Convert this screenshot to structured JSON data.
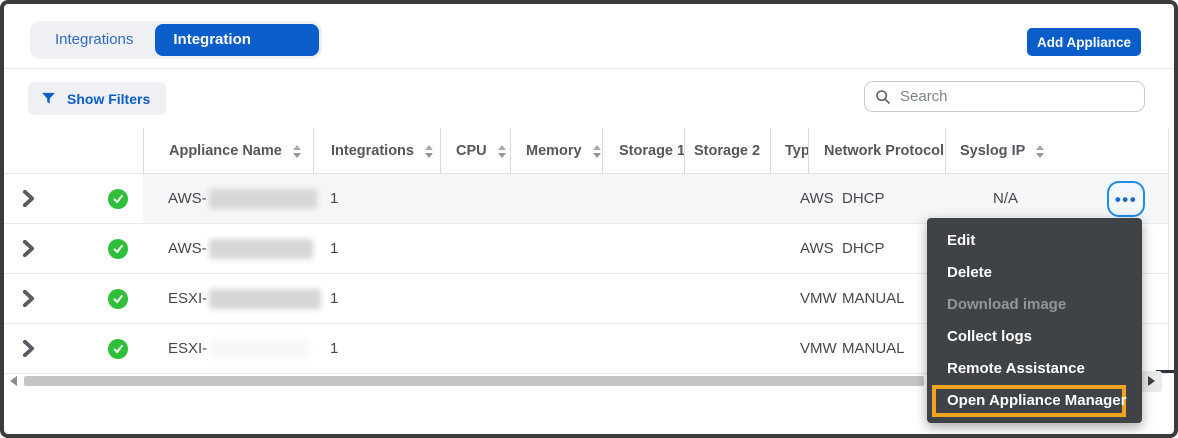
{
  "colors": {
    "accent_blue": "#0b5ec9",
    "menu_background": "#3f4347",
    "highlight_orange": "#f0a31f",
    "status_green": "#2fbf3a"
  },
  "tabs": {
    "items": [
      {
        "label": "Integrations",
        "active": false
      },
      {
        "label": "Integration Appliances",
        "active": true
      }
    ]
  },
  "toolbar": {
    "add_button": "Add Appliance",
    "show_filters": "Show Filters"
  },
  "search": {
    "placeholder": "Search"
  },
  "table": {
    "columns": [
      {
        "label": "Appliance Name",
        "sortable": true
      },
      {
        "label": "Integrations",
        "sortable": true
      },
      {
        "label": "CPU",
        "sortable": true
      },
      {
        "label": "Memory",
        "sortable": true
      },
      {
        "label": "Storage 1",
        "sortable": true
      },
      {
        "label": "Storage 2",
        "sortable": true
      },
      {
        "label": "Type",
        "sortable": true
      },
      {
        "label": "Network Protocol",
        "sortable": true
      },
      {
        "label": "Syslog IP",
        "sortable": true
      }
    ],
    "rows": [
      {
        "status": "connected",
        "name_prefix": "AWS-",
        "name_redacted": true,
        "integrations": "1",
        "type": "AWS",
        "network_protocol": "DHCP",
        "syslog_ip": "N/A"
      },
      {
        "status": "connected",
        "name_prefix": "AWS-",
        "name_redacted": true,
        "integrations": "1",
        "type": "AWS",
        "network_protocol": "DHCP"
      },
      {
        "status": "connected",
        "name_prefix": "ESXI-",
        "name_redacted": true,
        "integrations": "1",
        "type": "VMW",
        "network_protocol": "MANUAL"
      },
      {
        "status": "connected",
        "name_prefix": "ESXI-",
        "name_redacted": true,
        "integrations": "1",
        "type": "VMW",
        "network_protocol": "MANUAL"
      }
    ],
    "actions_button": "•••"
  },
  "context_menu": {
    "items": [
      {
        "label": "Edit",
        "disabled": false
      },
      {
        "label": "Delete",
        "disabled": false
      },
      {
        "label": "Download image",
        "disabled": true
      },
      {
        "label": "Collect logs",
        "disabled": false
      },
      {
        "label": "Remote Assistance",
        "disabled": false
      },
      {
        "label": "Open Appliance Manager",
        "disabled": false,
        "highlighted": true
      }
    ]
  }
}
